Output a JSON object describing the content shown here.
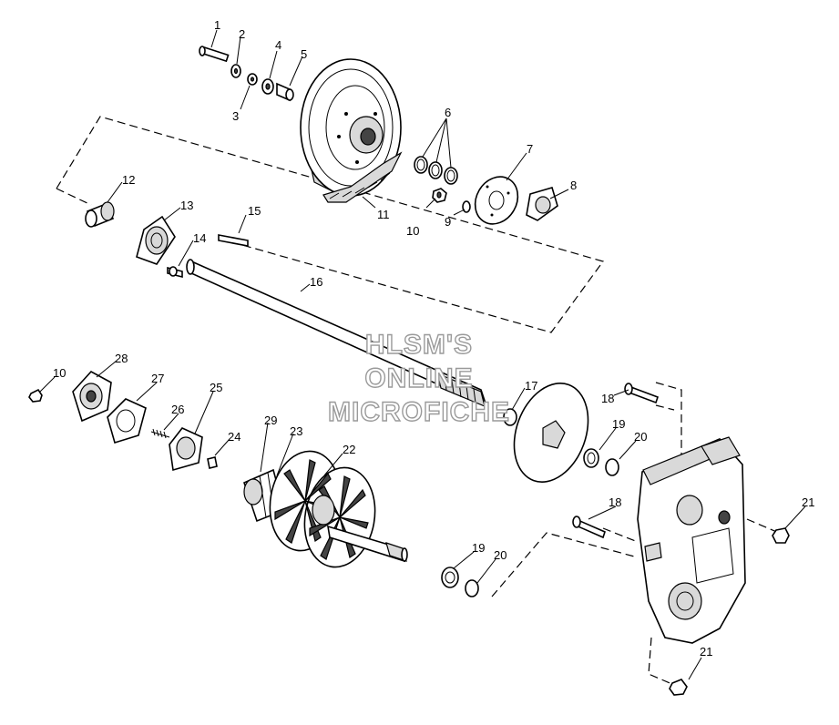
{
  "watermark": {
    "line1": "HLSM'S",
    "line2": "ONLINE",
    "line3": "MICROFICHE"
  },
  "callouts": {
    "c1": "1",
    "c2": "2",
    "c3": "3",
    "c4": "4",
    "c5": "5",
    "c6": "6",
    "c7": "7",
    "c8": "8",
    "c9": "9",
    "c10a": "10",
    "c10b": "10",
    "c11": "11",
    "c12": "12",
    "c13": "13",
    "c14": "14",
    "c15": "15",
    "c16": "16",
    "c17": "17",
    "c18a": "18",
    "c18b": "18",
    "c19a": "19",
    "c19b": "19",
    "c20a": "20",
    "c20b": "20",
    "c21a": "21",
    "c21b": "21",
    "c22": "22",
    "c23": "23",
    "c24": "24",
    "c25": "25",
    "c26": "26",
    "c27": "27",
    "c28": "28",
    "c29": "29"
  }
}
